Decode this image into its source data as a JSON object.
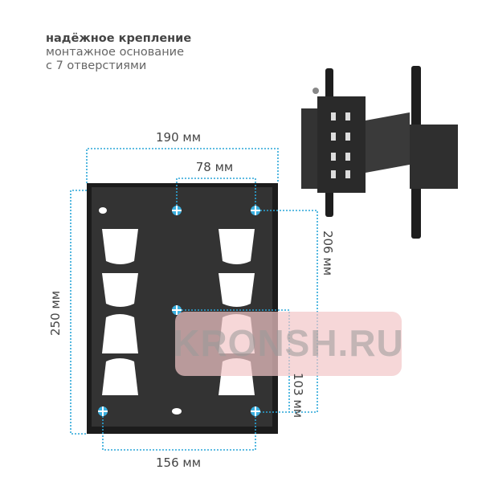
{
  "caption": {
    "title": "надёжное крепление",
    "line1": "монтажное основание",
    "line2": "с 7 отверстиями"
  },
  "dimensions": {
    "width_total": "190 мм",
    "top_offset": "78 мм",
    "height_total": "250 мм",
    "height_holes": "206 мм",
    "half_height": "103 мм",
    "bottom_width": "156 мм"
  },
  "watermark": "KRONSH.RU",
  "colors": {
    "dimension_line": "#2aa6d8",
    "plate": "#2b2b2b",
    "watermark_bg": "#f2c6c8"
  }
}
